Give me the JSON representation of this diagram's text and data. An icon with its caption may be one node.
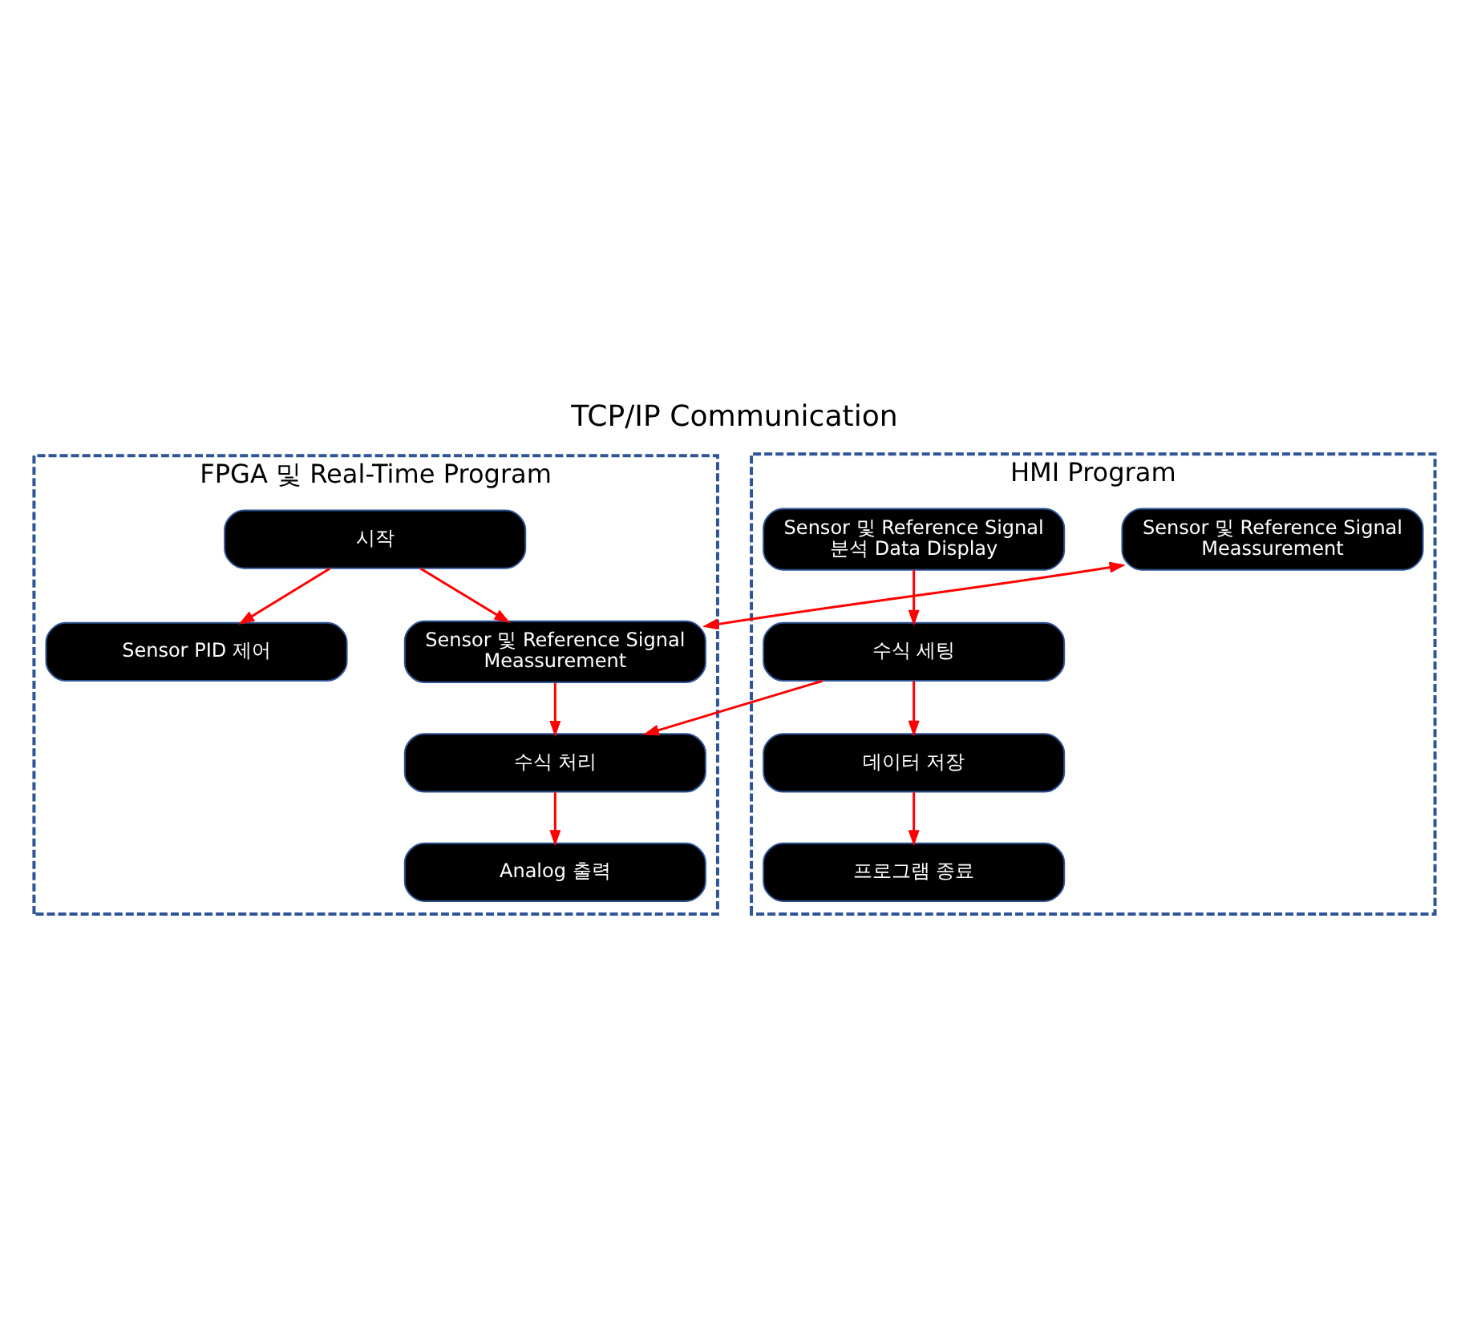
{
  "diagram": {
    "title": "TCP/IP Communication",
    "nodes": [
      {
        "text": [
          "FPGA 및 Real-Time Program"
        ]
      },
      {
        "text": [
          "시작"
        ],
        "in": 0
      },
      {
        "text": [
          "Sensor PID 제어"
        ],
        "in": 0
      },
      {
        "text": [
          "Sensor 및 Reference Signal Meassurement"
        ],
        "in": 0
      },
      {
        "text": [
          "수식 처리"
        ],
        "in": 0
      },
      {
        "text": [
          "Analog 출력"
        ],
        "in": 0
      },
      {
        "text": [
          "HMI Program"
        ]
      },
      {
        "text": [
          "Sensor 및 Reference Signal Meassurement"
        ],
        "in": 6
      },
      {
        "text": [
          "Sensor 및 Reference Signal 분석 Data Display"
        ],
        "in": 6
      },
      {
        "text": [
          "수식 세팅"
        ],
        "in": 6
      },
      {
        "text": [
          "데이터 저장"
        ],
        "in": 6
      },
      {
        "text": [
          "프로그램 종료"
        ],
        "in": 6
      }
    ],
    "edges": [
      {
        "from": 1,
        "to": 2,
        "arrow": "to"
      },
      {
        "from": 1,
        "to": 3,
        "arrow": "to"
      },
      {
        "from": 3,
        "to": 4,
        "arrow": "to"
      },
      {
        "from": 4,
        "to": 5,
        "arrow": "to"
      },
      {
        "from": 3,
        "to": 7,
        "arrow": "both"
      },
      {
        "from": 9,
        "to": 4,
        "arrow": "to"
      },
      {
        "from": 8,
        "to": 9,
        "arrow": "to"
      },
      {
        "from": 9,
        "to": 10,
        "arrow": "to"
      },
      {
        "from": 10,
        "to": 11,
        "arrow": "to"
      }
    ]
  }
}
